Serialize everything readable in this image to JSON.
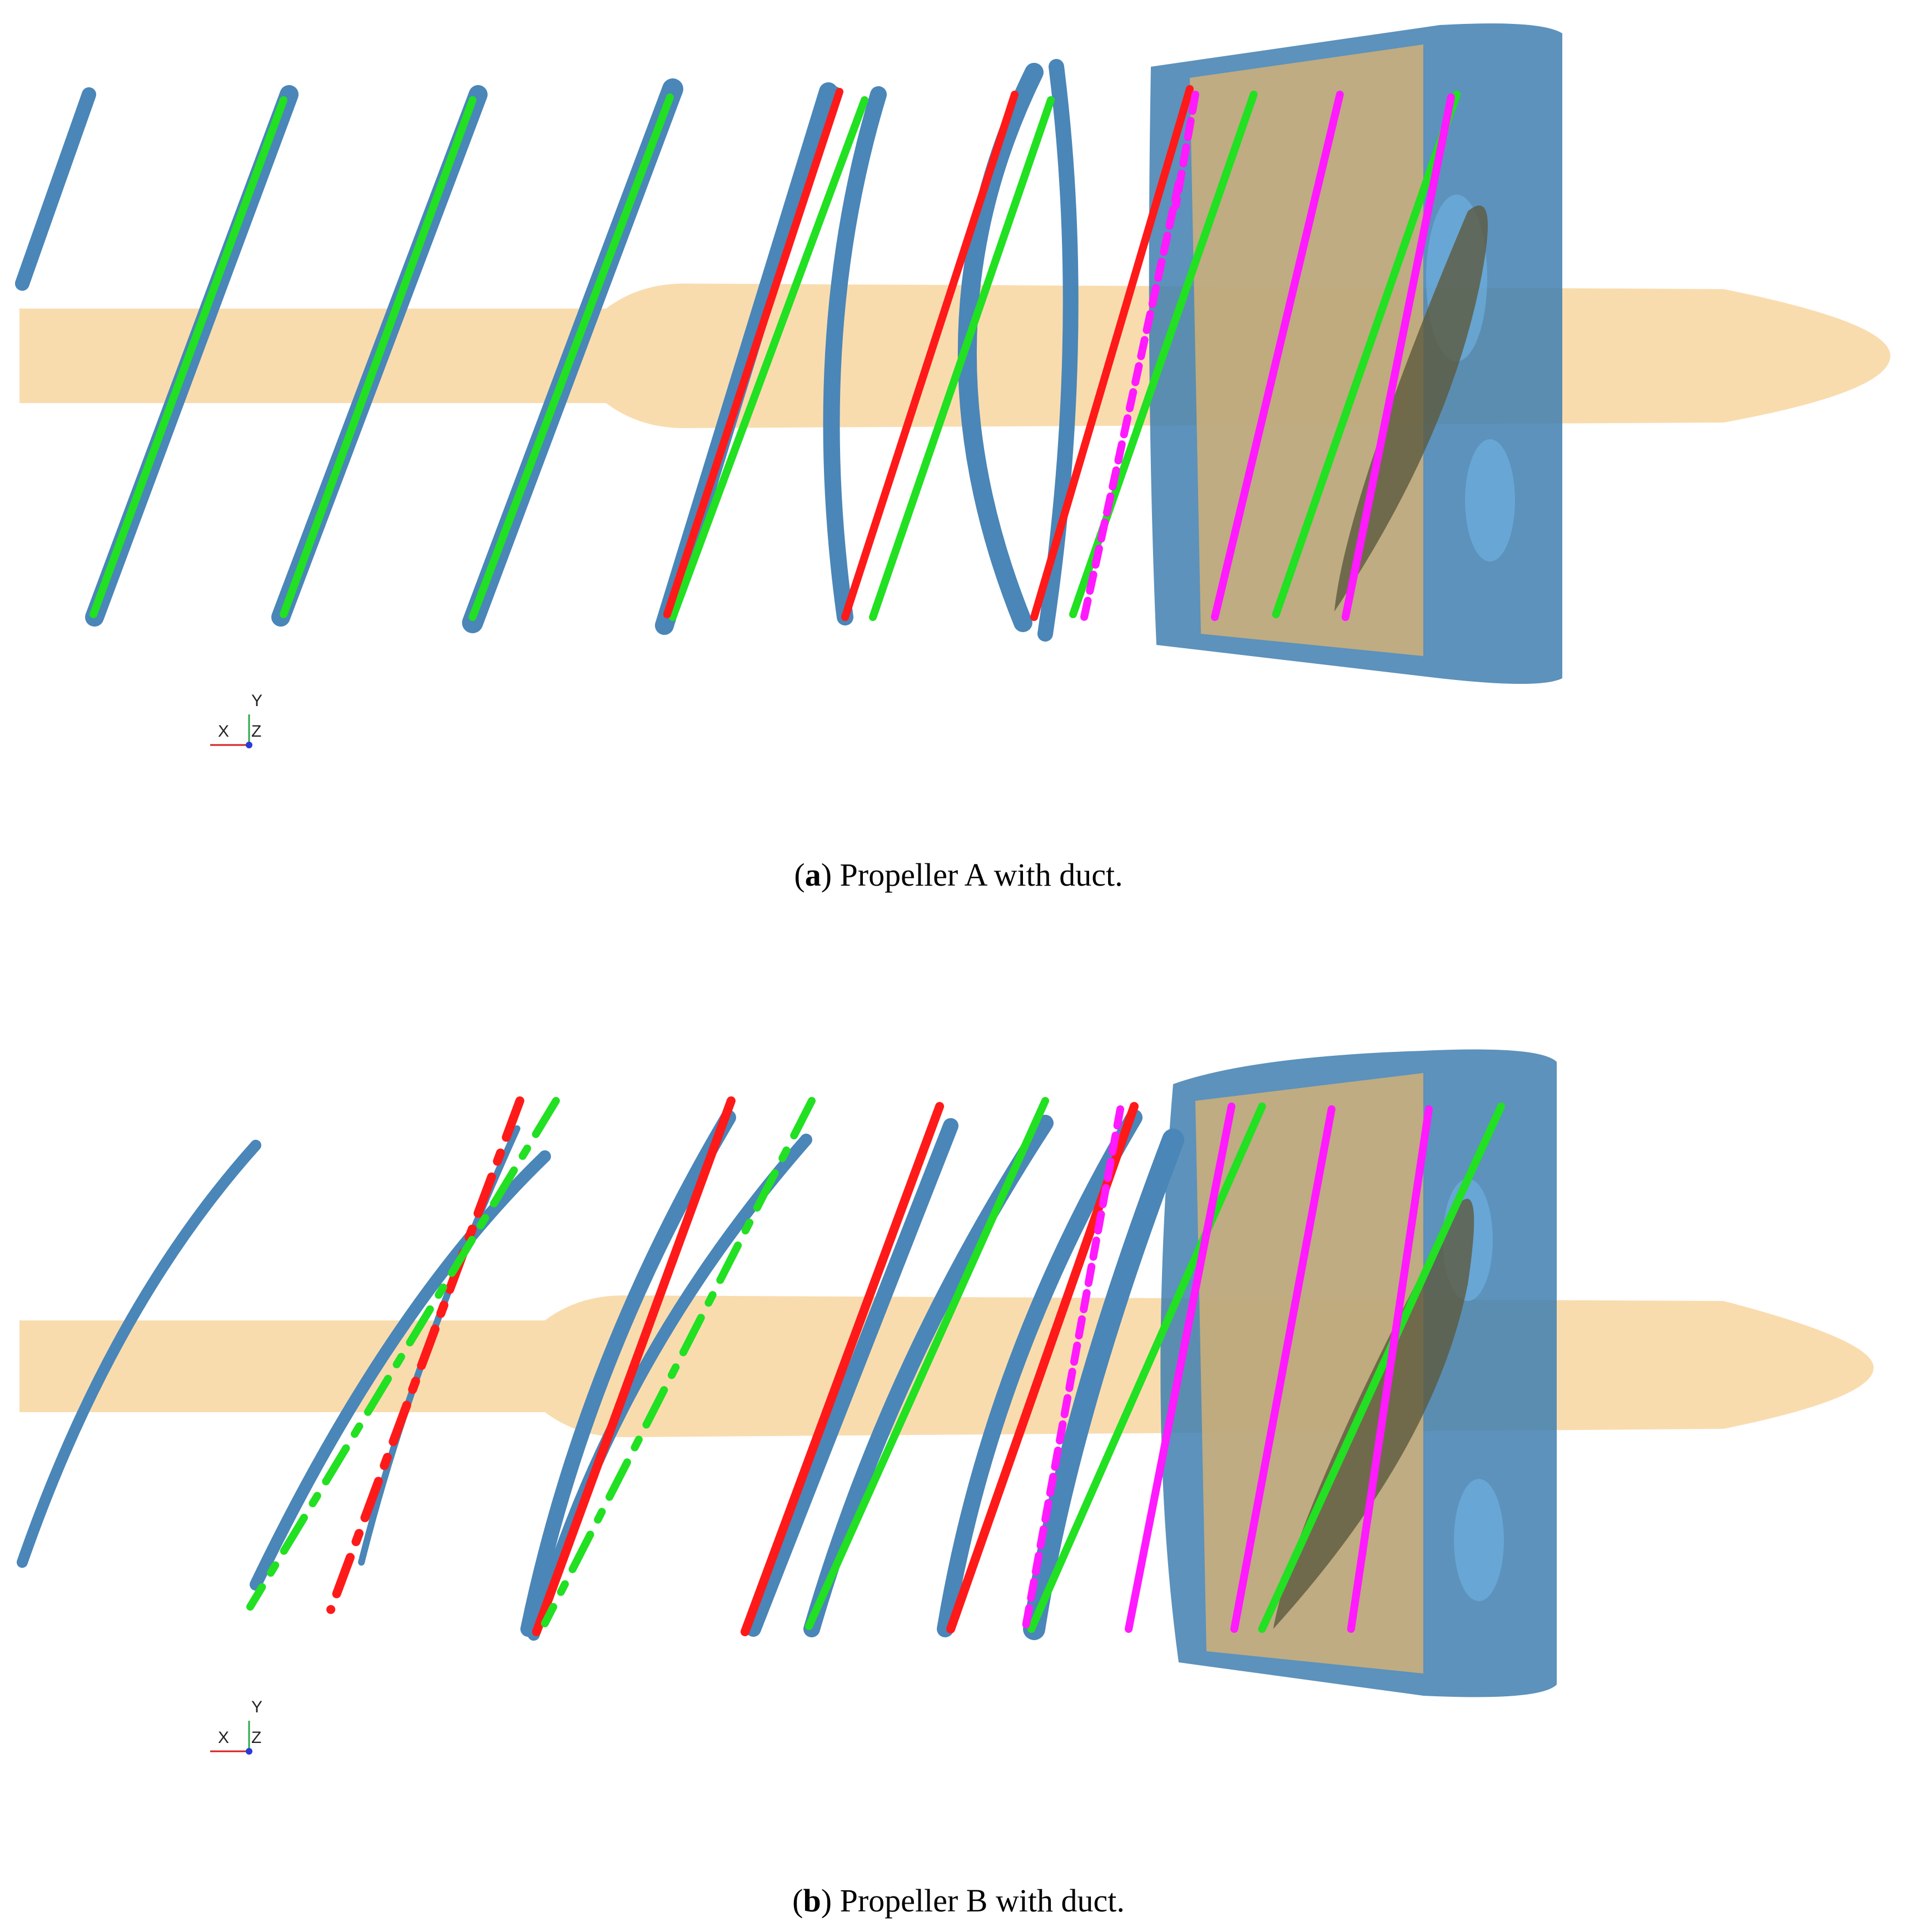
{
  "panel_a": {
    "caption_letter": "a",
    "caption_text": "Propeller A with duct.",
    "axes": {
      "x": "X",
      "y": "Y",
      "z": "Z"
    }
  },
  "panel_b": {
    "caption_letter": "b",
    "caption_text": "Propeller B with duct.",
    "axes": {
      "x": "X",
      "y": "Y",
      "z": "Z"
    }
  },
  "colors": {
    "vortex_surface": "#4a86b8",
    "hub": "#f7d39a",
    "duct": "#3f7fb0",
    "line_green": "#22e022",
    "line_red": "#ff1a1a",
    "line_magenta": "#ff1aff"
  }
}
